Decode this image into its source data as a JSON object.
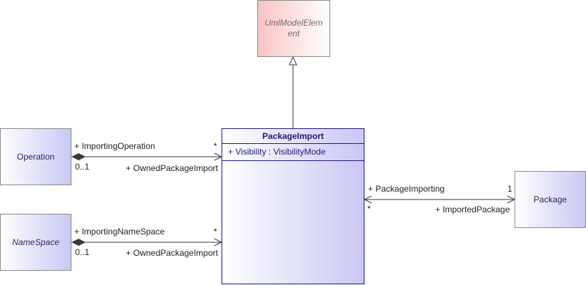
{
  "classes": {
    "uml_model_element": "UmlModelElement",
    "package_import": "PackageImport",
    "package_import_attribute": "+ Visibility : VisibilityMode",
    "operation": "Operation",
    "namespace": "NameSpace",
    "package": "Package"
  },
  "associations": {
    "operation_link": {
      "role_start": "+ ImportingOperation",
      "mult_start": "0..1",
      "role_end": "+ OwnedPackageImport",
      "mult_end": "*"
    },
    "namespace_link": {
      "role_start": "+ ImportingNameSpace",
      "mult_start": "0..1",
      "role_end": "+ OwnedPackageImport",
      "mult_end": "*"
    },
    "package_link": {
      "role_start": "+ PackageImporting",
      "mult_start": "*",
      "role_end": "+ ImportedPackage",
      "mult_end": "1"
    }
  },
  "colors": {
    "line": "#3a3a3a",
    "class_border": "#1c1c7a"
  }
}
